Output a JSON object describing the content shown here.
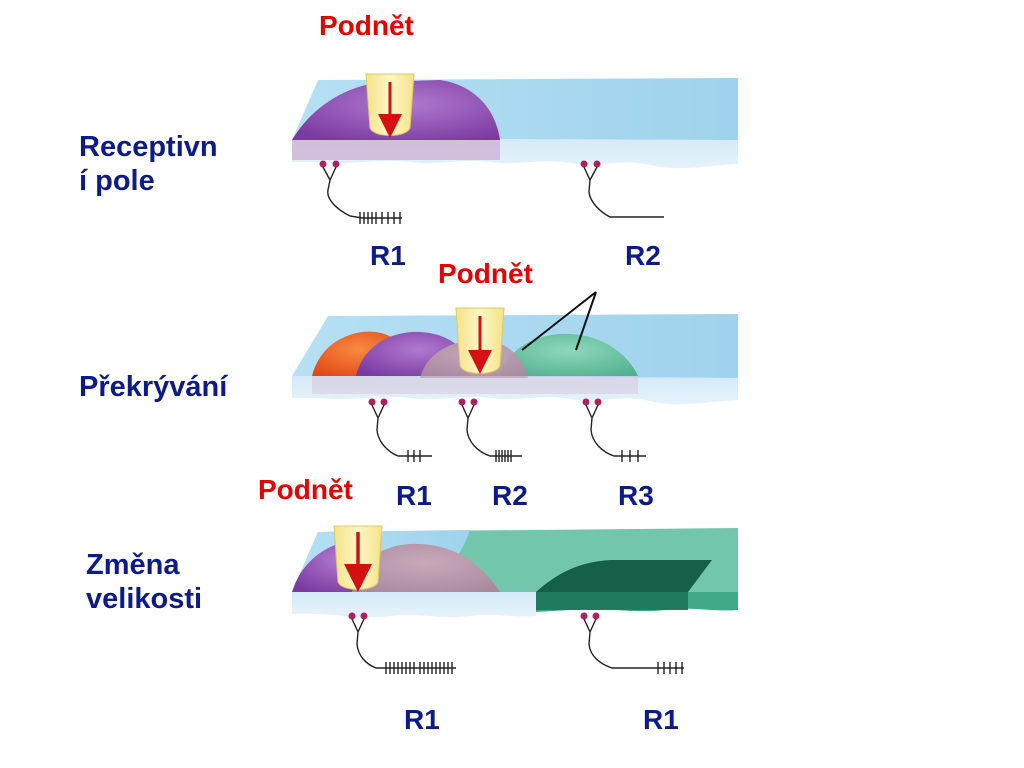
{
  "panels": [
    {
      "label_line1": "Receptivn",
      "label_line2": "í pole",
      "stimulus": "Podnět",
      "receptors": [
        "R1",
        "R2"
      ]
    },
    {
      "label_line1": "Překrývání",
      "stimulus": "Podnět",
      "receptors": [
        "R1",
        "R2",
        "R3"
      ]
    },
    {
      "label_line1": "Změna",
      "label_line2": "velikosti",
      "stimulus": "Podnět",
      "receptors": [
        "R1",
        "R1"
      ]
    }
  ],
  "colors": {
    "stimulus_text": "#e60000",
    "label_text": "#0d1a8a",
    "skin_top": "#a8d8ee",
    "skin_side": "#c8e4f4",
    "field_purple": "#8a4cb0",
    "field_orange": "#f06030",
    "field_teal": "#5fbfa0",
    "field_dark_green": "#16604a",
    "probe_fill": "#f7eca0",
    "arrow": "#d51010",
    "receptor": "#b02060"
  }
}
